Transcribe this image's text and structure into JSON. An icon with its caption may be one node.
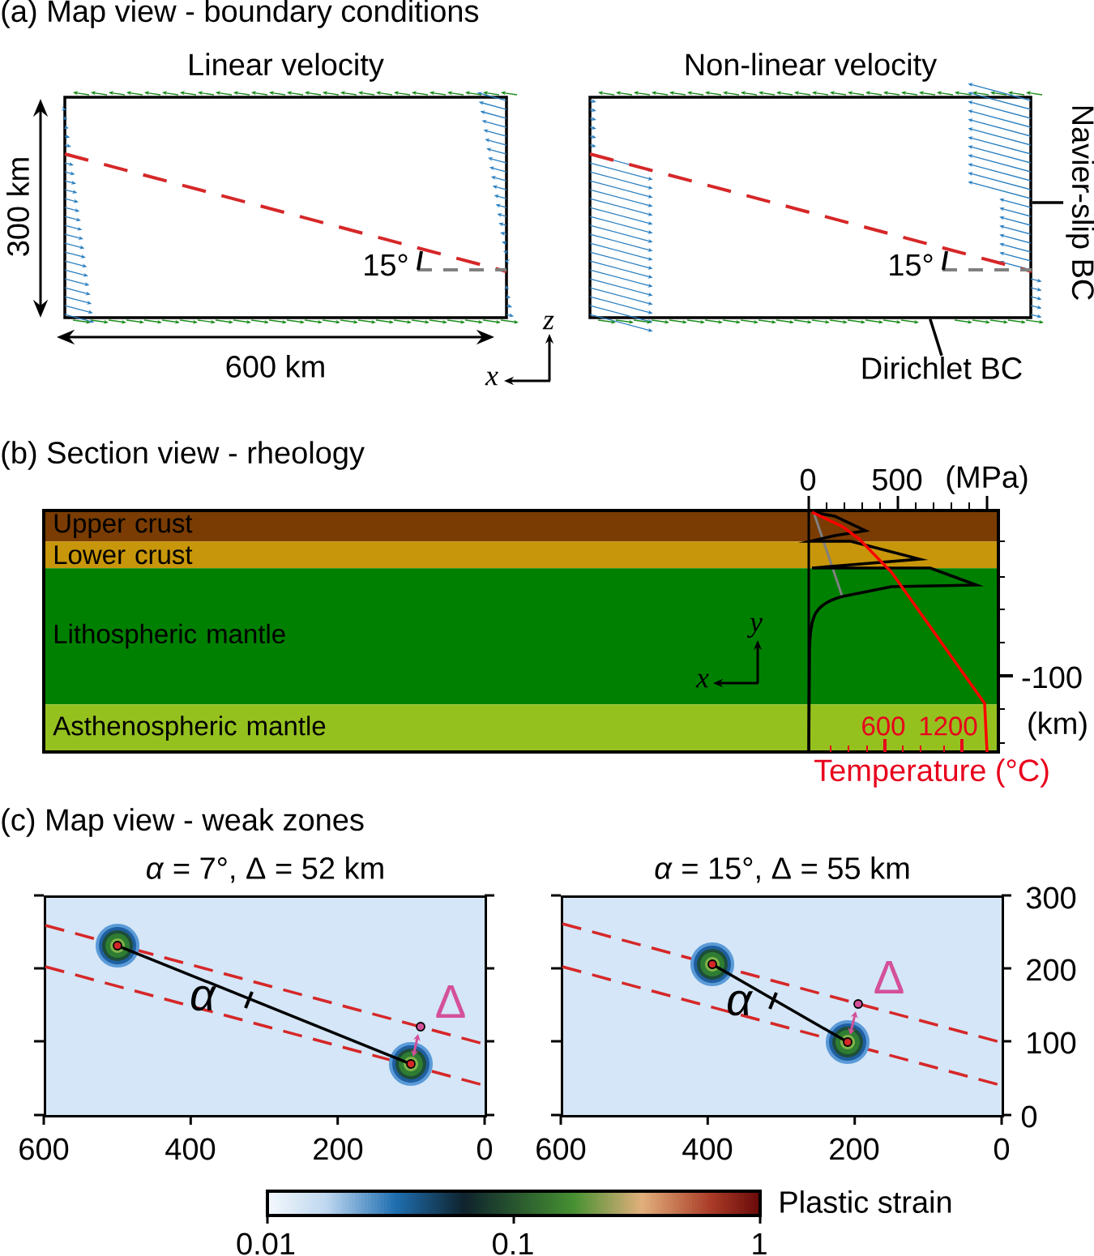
{
  "diagram": {
    "nodes": [
      {
        "text": [
          "Linear velocity"
        ]
      },
      {
        "text": [
          "Non-linear velocity"
        ]
      },
      {
        "text": [
          "Navier-slip BC"
        ]
      },
      {
        "text": [
          "Dirichlet BC"
        ]
      },
      {
        "text": [
          "Upper crust"
        ]
      },
      {
        "text": [
          "Lower crust"
        ]
      },
      {
        "text": [
          "Lithospheric mantle"
        ]
      },
      {
        "text": [
          "Asthenospheric mantle"
        ]
      },
      {
        "text": [
          "*α* = 7°, Δ = 52 km"
        ]
      },
      {
        "text": [
          "*α* = 15°, Δ = 55 km"
        ]
      }
    ],
    "edges": [
      {
        "from": 2,
        "to": 1,
        "arrow": "none"
      },
      {
        "from": 3,
        "to": 1,
        "arrow": "none"
      }
    ],
    "labels": [
      "(a) Map view - boundary conditions",
      "300 km",
      "600 km",
      "15°",
      "15°",
      "z",
      "x",
      "(b) Section view - rheology",
      "0",
      "500",
      "(MPa)",
      "y",
      "x",
      "-100",
      "600",
      "1200",
      "(km)",
      "Temperature (°C)",
      "(c) Map view - weak zones",
      "α",
      "Δ",
      "600",
      "400",
      "200",
      "0",
      "α",
      "Δ",
      "300",
      "200",
      "100",
      "0",
      "600",
      "400",
      "200",
      "0",
      "Plastic strain",
      "0.01",
      "0.1",
      "1"
    ]
  }
}
